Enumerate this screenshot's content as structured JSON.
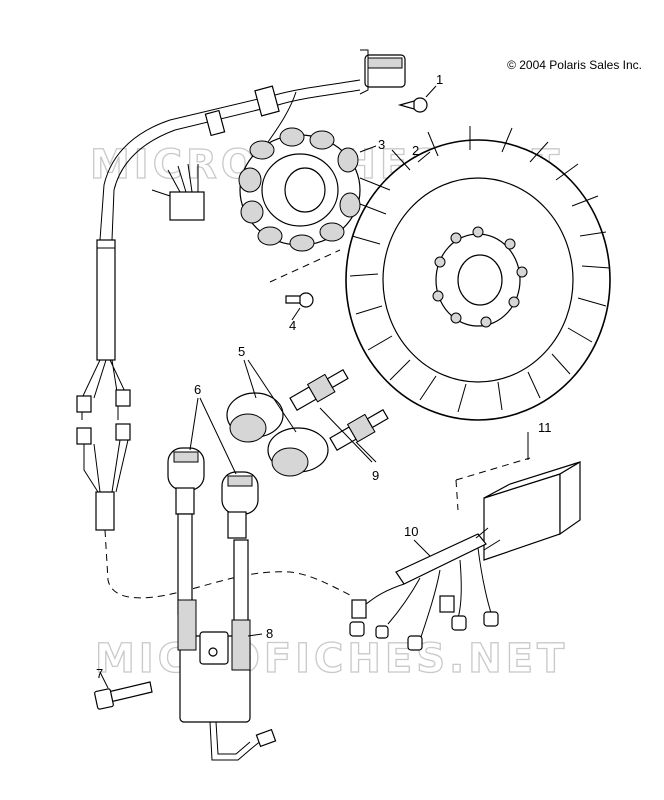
{
  "copyright": "© 2004 Polaris Sales Inc.",
  "watermarks": [
    "MICROFICHES.NET",
    "MICROFICHES.NET"
  ],
  "callouts": [
    "1",
    "2",
    "3",
    "4",
    "5",
    "6",
    "7",
    "8",
    "9",
    "10",
    "11"
  ]
}
